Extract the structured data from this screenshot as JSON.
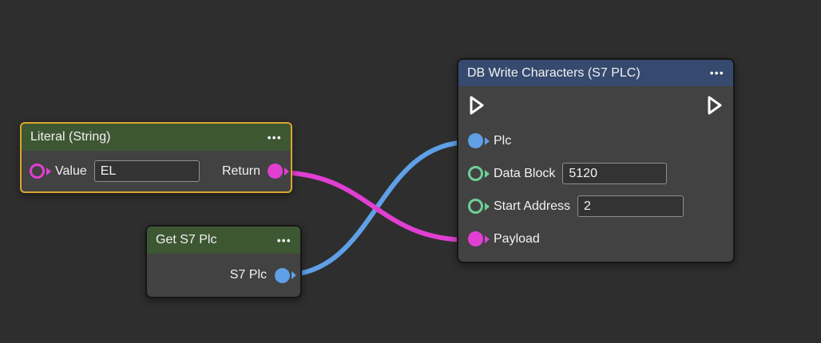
{
  "editor": {
    "background_color": "#2e2e2e",
    "node_body_color": "#424242",
    "selected_border_color": "#d9a62c",
    "green_header_color": "#3e5733",
    "navy_header_color": "#36496e",
    "magenta_color": "#e13fd2",
    "blue_color": "#5fa0e6",
    "green_port_color": "#70cf99",
    "menu_icon_glyph": "•••"
  },
  "nodes": {
    "literal": {
      "title": "Literal (String)",
      "selected": true,
      "value_label": "Value",
      "value_input": "EL",
      "return_label": "Return",
      "value_port_style": "hollow-magenta",
      "return_port_style": "filled-magenta"
    },
    "get_s7_plc": {
      "title": "Get S7 Plc",
      "output_label": "S7 Plc",
      "output_port_style": "filled-blue"
    },
    "db_write": {
      "title": "DB Write Characters (S7 PLC)",
      "flow_in_port": "exec-in",
      "flow_out_port": "exec-out",
      "ports": [
        {
          "label": "Plc",
          "style": "filled-blue"
        },
        {
          "label": "Data Block",
          "style": "hollow-green",
          "value": "5120"
        },
        {
          "label": "Start Address",
          "style": "hollow-green",
          "value": "2"
        },
        {
          "label": "Payload",
          "style": "filled-magenta"
        }
      ]
    }
  },
  "wires": [
    {
      "from": "get_s7_plc / S7 Plc",
      "to": "db_write / Plc",
      "color": "#5fa0e6"
    },
    {
      "from": "literal / Return",
      "to": "db_write / Payload",
      "color": "#e13fd2"
    }
  ]
}
